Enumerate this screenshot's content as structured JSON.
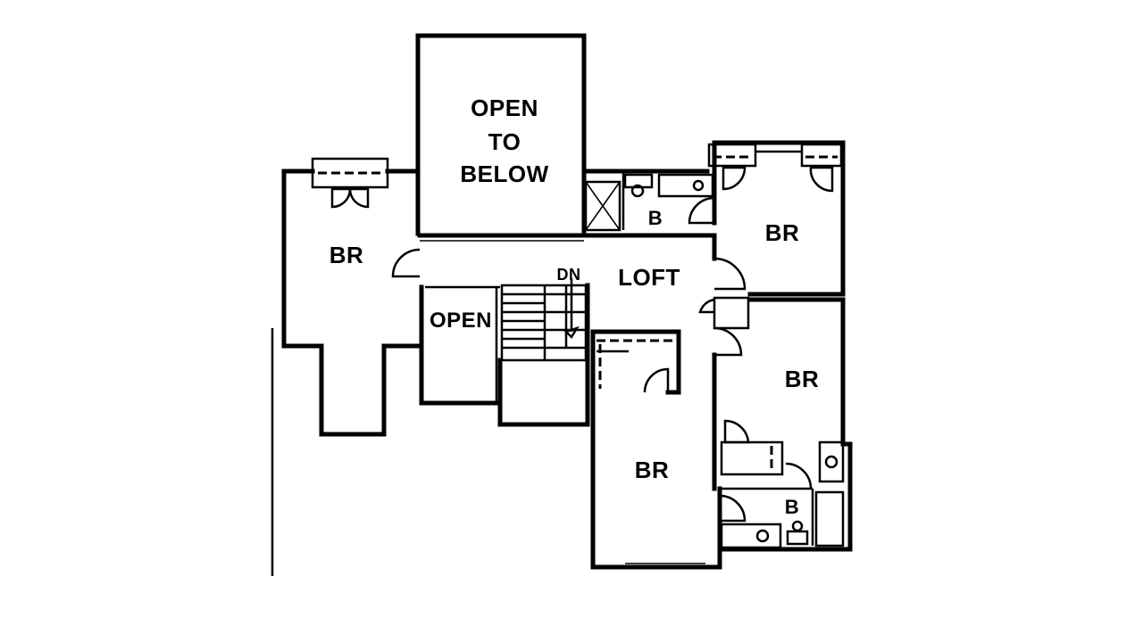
{
  "labels": {
    "open_to_below": [
      "OPEN",
      "TO",
      "BELOW"
    ],
    "br_west": "BR",
    "br_northeast": "BR",
    "br_east": "BR",
    "br_south": "BR",
    "bath_north": "B",
    "bath_south": "B",
    "loft": "LOFT",
    "stair_down": "DN",
    "open": "OPEN"
  },
  "colors": {
    "ink": "#000000",
    "paper": "#ffffff"
  }
}
